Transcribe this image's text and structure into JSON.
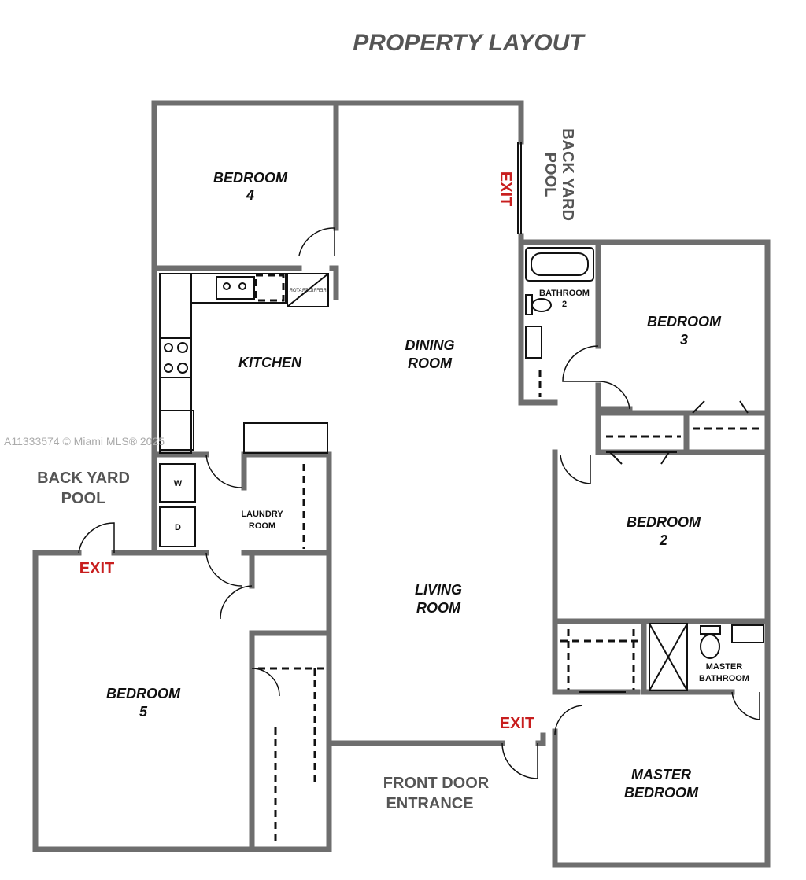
{
  "title": "PROPERTY LAYOUT",
  "rooms": {
    "bedroom4": [
      "BEDROOM",
      "4"
    ],
    "kitchen": "KITCHEN",
    "dining": [
      "DINING",
      "ROOM"
    ],
    "bathroom2": [
      "BATHROOM",
      "2"
    ],
    "bedroom3": [
      "BEDROOM",
      "3"
    ],
    "laundry": [
      "LAUNDRY",
      "ROOM"
    ],
    "bedroom2": [
      "BEDROOM",
      "2"
    ],
    "living": [
      "LIVING",
      "ROOM"
    ],
    "master_bath": [
      "MASTER",
      "BATHROOM"
    ],
    "bedroom5": [
      "BEDROOM",
      "5"
    ],
    "master_bedroom": [
      "MASTER",
      "BEDROOM"
    ]
  },
  "appliances": {
    "washer": "W",
    "dryer": "D",
    "refrigerator": "REFRIGERATOR"
  },
  "labels": {
    "back_yard_pool_right": [
      "BACK YARD",
      "POOL"
    ],
    "back_yard_pool_left": [
      "BACK YARD",
      "POOL"
    ],
    "front_door": [
      "FRONT  DOOR",
      "ENTRANCE"
    ],
    "exit": "EXIT"
  },
  "watermark": "A11333574 © Miami MLS® 2025",
  "colors": {
    "wall": "#6e6e6e",
    "exit": "#c81e1e"
  }
}
